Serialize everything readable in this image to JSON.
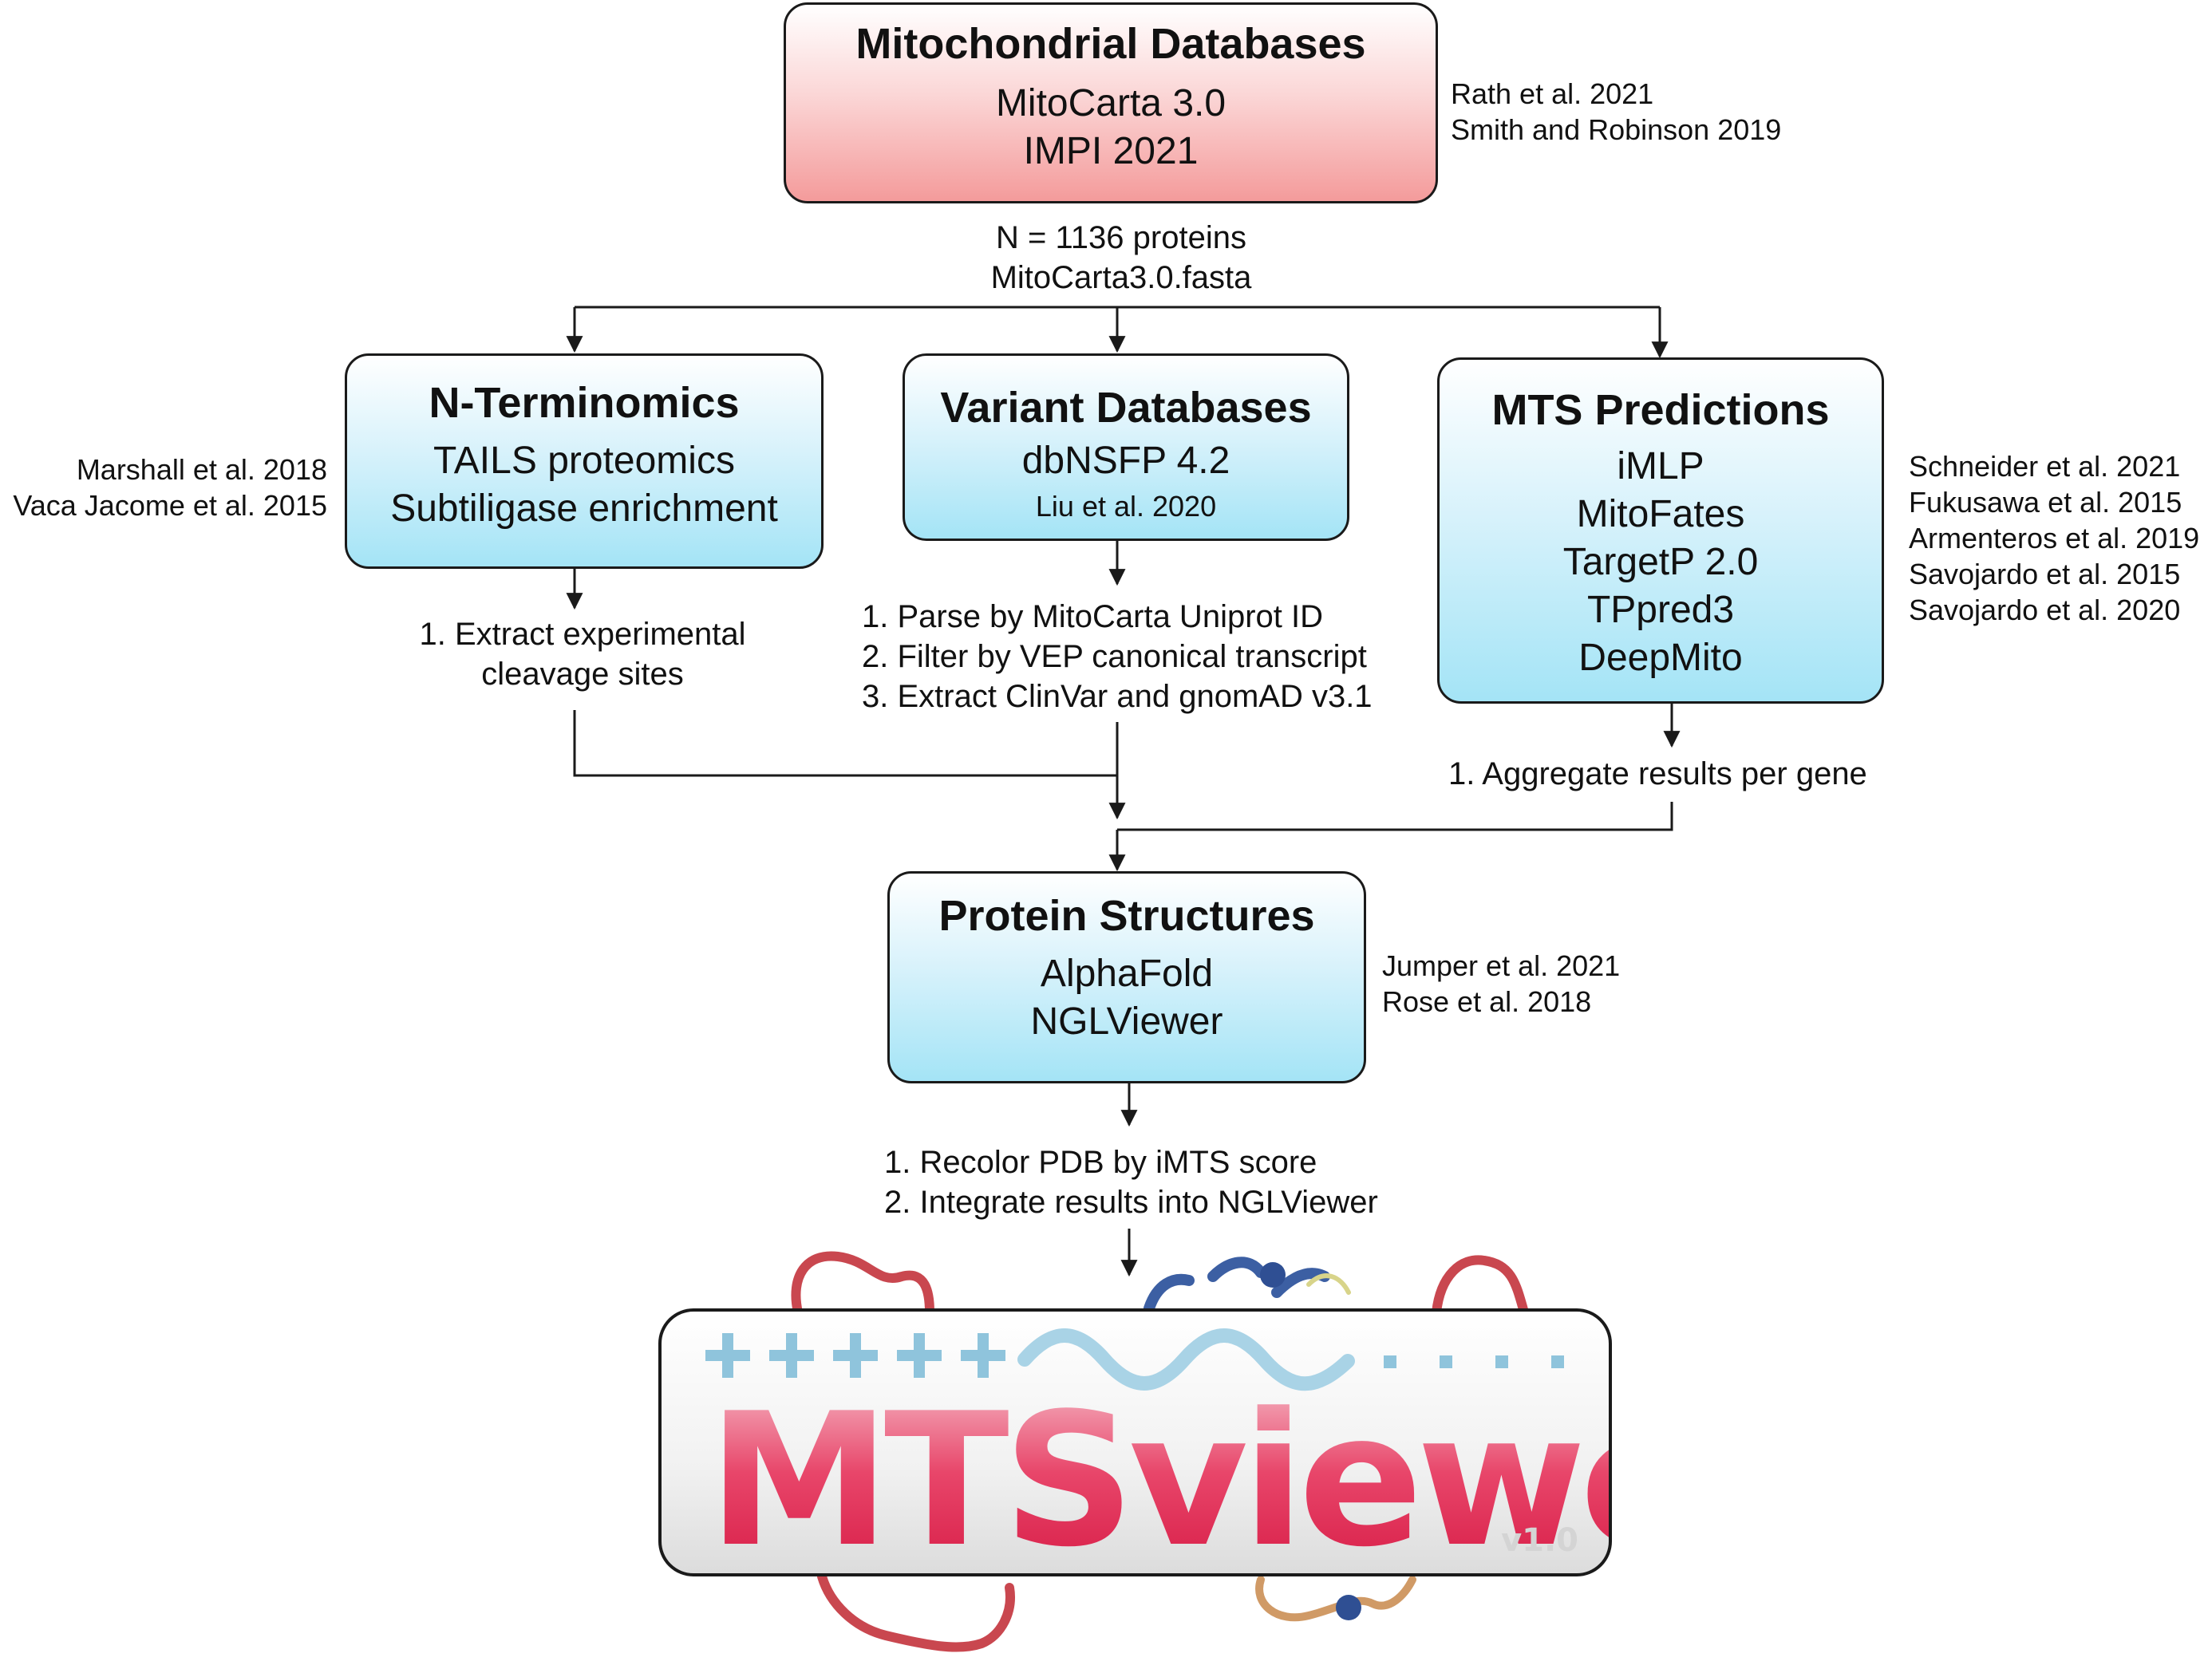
{
  "databases": {
    "title": "Mitochondrial Databases",
    "items": [
      "MitoCarta 3.0",
      "IMPI 2021"
    ],
    "citations": [
      "Rath et al. 2021",
      "Smith and Robinson 2019"
    ]
  },
  "input_note": [
    "N = 1136 proteins",
    "MitoCarta3.0.fasta"
  ],
  "nterm": {
    "title": "N-Terminomics",
    "items": [
      "TAILS proteomics",
      "Subtiligase enrichment"
    ],
    "citations": [
      "Marshall et al. 2018",
      "Vaca Jacome et al. 2015"
    ],
    "steps": [
      "1. Extract experimental",
      "cleavage sites"
    ]
  },
  "variant": {
    "title": "Variant Databases",
    "items": [
      "dbNSFP 4.2"
    ],
    "citation_inline": "Liu et al. 2020",
    "steps": [
      "1. Parse by MitoCarta Uniprot ID",
      "2. Filter by VEP canonical transcript",
      "3. Extract ClinVar and gnomAD v3.1"
    ]
  },
  "mts": {
    "title": "MTS Predictions",
    "items": [
      "iMLP",
      "MitoFates",
      "TargetP 2.0",
      "TPpred3",
      "DeepMito"
    ],
    "citations": [
      "Schneider et al. 2021",
      "Fukusawa et al. 2015",
      "Armenteros et al. 2019",
      "Savojardo et al. 2015",
      "Savojardo et al. 2020"
    ],
    "steps": [
      "1. Aggregate results per gene"
    ]
  },
  "structures": {
    "title": "Protein Structures",
    "items": [
      "AlphaFold",
      "NGLViewer"
    ],
    "citations": [
      "Jumper et al. 2021",
      "Rose et al. 2018"
    ],
    "steps": [
      "1. Recolor PDB by iMTS score",
      "2. Integrate results into NGLViewer"
    ]
  },
  "logo": {
    "name": "MTSviewer",
    "version": "v1.0",
    "colors": {
      "red": "#d81e48",
      "blue": "#8fc4dc",
      "outline": "#1a1a1a"
    }
  },
  "colors": {
    "database_box": "#f49b9b",
    "method_box": "#a4e4f6",
    "line": "#1a1a1a"
  }
}
